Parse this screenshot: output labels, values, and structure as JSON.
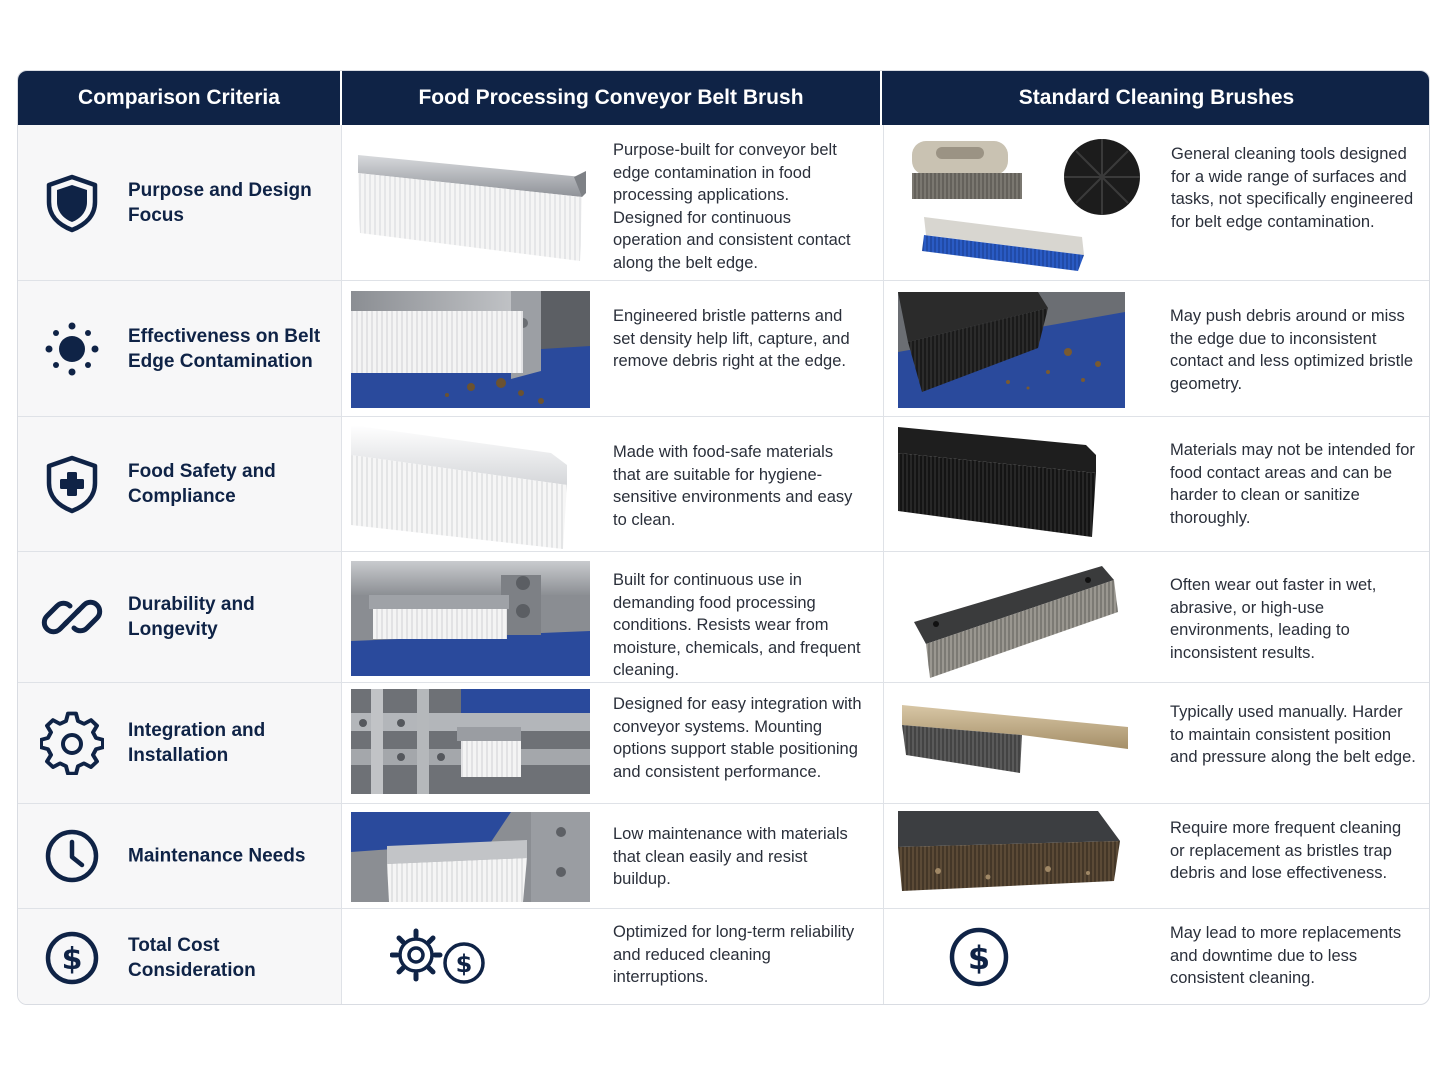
{
  "header": {
    "col1": "Comparison Criteria",
    "col2": "Food Processing Conveyor Belt Brush",
    "col3": "Standard Cleaning Brushes"
  },
  "rows": [
    {
      "icon": "shield-icon",
      "criteria": "Purpose and Design Focus",
      "food": "Purpose-built for conveyor belt edge contamination in food processing applications. Designed for continuous operation and consistent contact along the belt edge.",
      "standard": "General cleaning tools designed for a wide range of surfaces and tasks, not specifically engineered for belt edge contamination."
    },
    {
      "icon": "contamination-icon",
      "criteria": "Effectiveness on Belt Edge Contamination",
      "food": "Engineered bristle patterns and set density help lift, capture, and remove debris right at the edge.",
      "standard": "May push debris around or miss the edge due to inconsistent contact and less optimized bristle geometry."
    },
    {
      "icon": "shield-plus-icon",
      "criteria": "Food Safety and Compliance",
      "food": "Made with food-safe materials that are suitable for hygiene-sensitive environments and easy to clean.",
      "standard": "Materials may not be intended for food contact areas and can be harder to clean or sanitize thoroughly."
    },
    {
      "icon": "chain-link-icon",
      "criteria": "Durability and Longevity",
      "food": "Built for continuous use in demanding food processing conditions. Resists wear from moisture, chemicals, and frequent cleaning.",
      "standard": "Often wear out faster in wet, abrasive, or high-use environments, leading to inconsistent results."
    },
    {
      "icon": "gear-icon",
      "criteria": "Integration and Installation",
      "food": "Designed for easy integration with conveyor systems. Mounting options support stable positioning and consistent performance.",
      "standard": "Typically used manually. Harder to maintain consistent position and pressure along the belt edge."
    },
    {
      "icon": "clock-icon",
      "criteria": "Maintenance Needs",
      "food": "Low maintenance with materials that clean easily and resist buildup.",
      "standard": "Require more frequent cleaning or replacement as bristles trap debris and lose effectiveness."
    },
    {
      "icon": "dollar-icon",
      "criteria": "Total Cost Consideration",
      "food": "Optimized for long-term reliability and reduced cleaning interruptions.",
      "standard": "May lead to more replacements and downtime due to less consistent cleaning."
    }
  ],
  "colors": {
    "navy": "#0f2346",
    "belt_blue": "#2a4a9c",
    "steel": "#a6a9ae"
  }
}
